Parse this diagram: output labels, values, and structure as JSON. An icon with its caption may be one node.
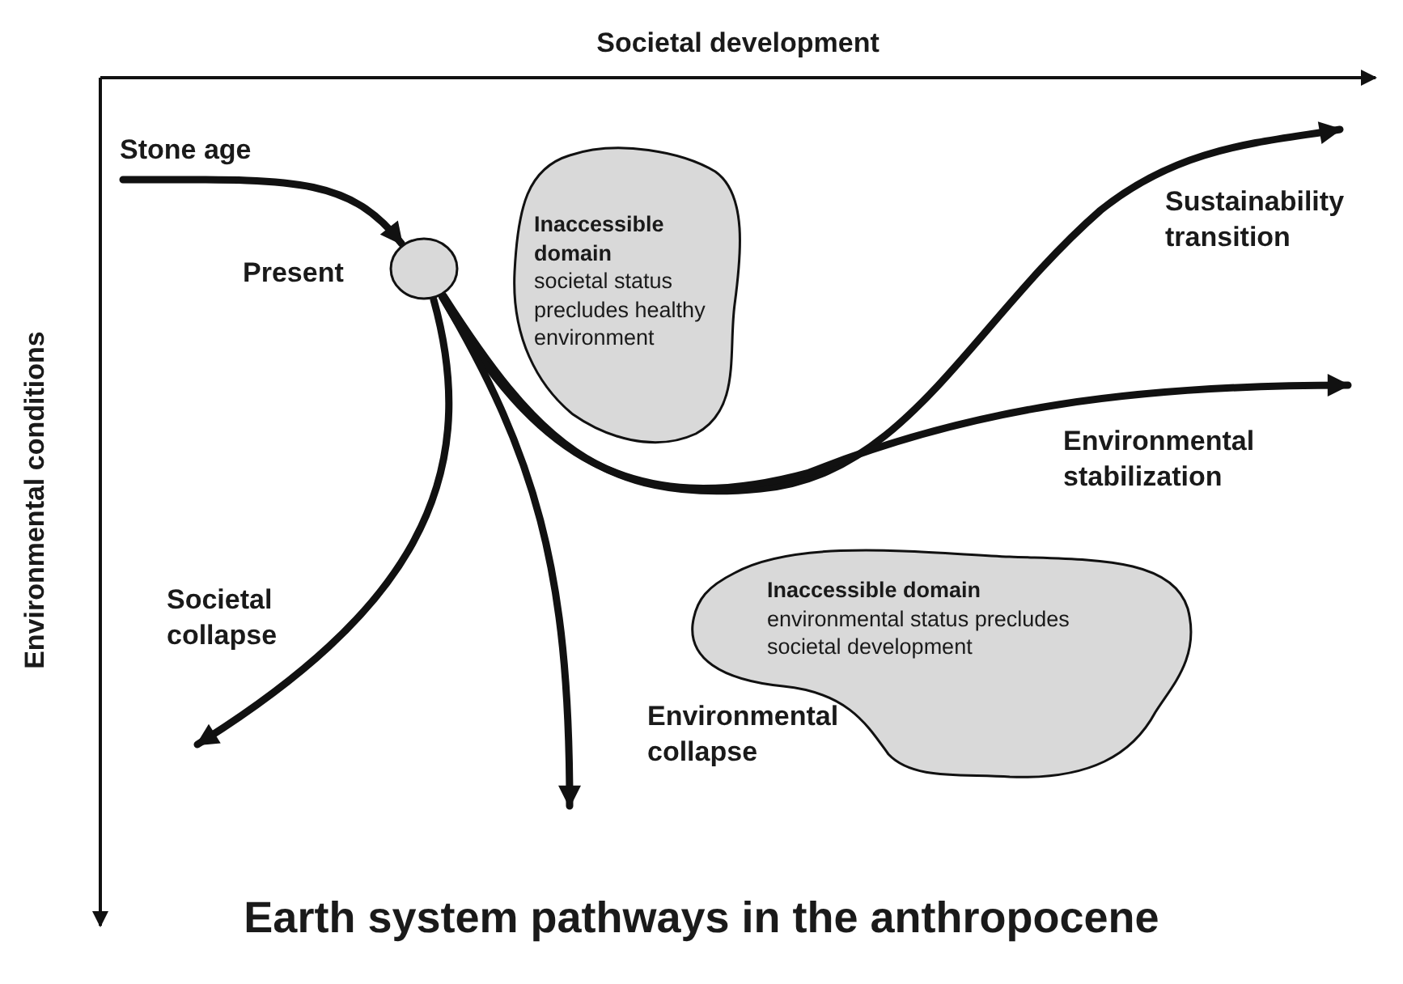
{
  "diagram": {
    "title": "Earth system pathways in the anthropocene",
    "nodes": [
      {
        "text": [
          "Stone age"
        ]
      },
      {
        "text": [],
        "shape": "circle",
        "beside": [
          "Present"
        ]
      },
      {
        "text": [
          "Sustainability transition"
        ]
      },
      {
        "text": [
          "Environmental stabilization"
        ]
      },
      {
        "text": [
          "Societal collapse"
        ]
      },
      {
        "text": [
          "Environmental collapse"
        ]
      },
      {
        "text": [
          "Inaccessible domain",
          "societal status precludes healthy environment"
        ]
      },
      {
        "text": [
          "Inaccessible domain",
          "environmental status precludes societal development"
        ]
      }
    ],
    "edges": [
      {
        "from": 0,
        "to": 1,
        "arrow": "to"
      },
      {
        "from": 1,
        "to": 2,
        "arrow": "to"
      },
      {
        "from": 1,
        "to": 3,
        "arrow": "to"
      },
      {
        "from": 1,
        "to": 4,
        "arrow": "to"
      },
      {
        "from": 1,
        "to": 5,
        "arrow": "to"
      }
    ],
    "labels": [
      "Societal development",
      "Environmental conditions"
    ]
  }
}
